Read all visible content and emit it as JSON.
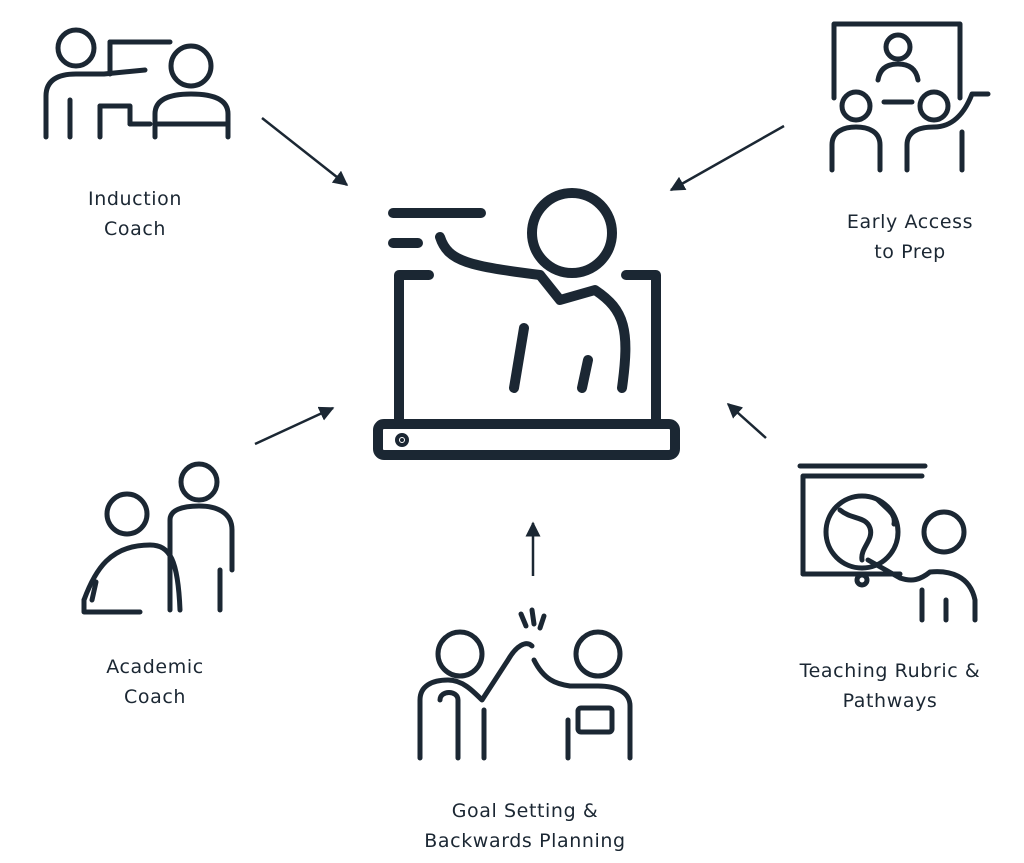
{
  "colors": {
    "ink": "#1b2733",
    "background": "#ffffff"
  },
  "center": {
    "icon": "teacher-laptop-icon"
  },
  "nodes": [
    {
      "id": "induction",
      "label_lines": [
        "Induction",
        "Coach"
      ],
      "icon": "coach-presenting-icon"
    },
    {
      "id": "early",
      "label_lines": [
        "Early Access",
        "to Prep"
      ],
      "icon": "classroom-presentation-icon"
    },
    {
      "id": "academic",
      "label_lines": [
        "Academic",
        "Coach"
      ],
      "icon": "mentor-student-icon"
    },
    {
      "id": "teaching",
      "label_lines": [
        "Teaching Rubric &",
        "Pathways"
      ],
      "icon": "globe-lesson-icon"
    },
    {
      "id": "goal",
      "label_lines": [
        "Goal Setting &",
        "Backwards Planning"
      ],
      "icon": "high-five-icon"
    }
  ]
}
